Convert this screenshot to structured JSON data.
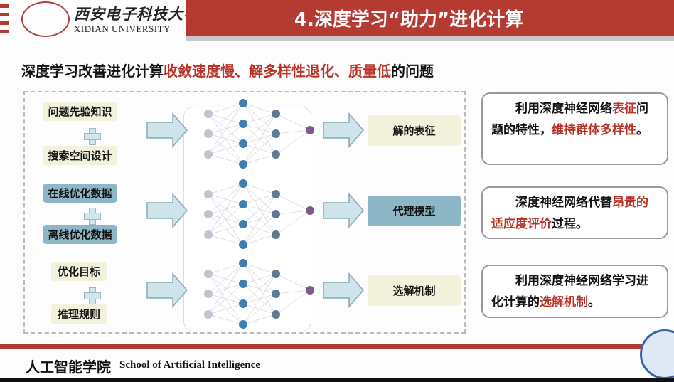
{
  "header": {
    "university_cn": "西安电子科技大学",
    "university_en": "XIDIAN UNIVERSITY",
    "title": "4.深度学习“助力”进化计算"
  },
  "subtitle": {
    "prefix": "深度学习改善进化计算",
    "highlight": "收敛速度慢、解多样性退化、质量低",
    "suffix": "的问题"
  },
  "inputs": [
    {
      "top": "问题先验知识",
      "bottom": "搜索空间设计",
      "style": "beige"
    },
    {
      "top": "在线优化数据",
      "bottom": "离线优化数据",
      "style": "teal"
    },
    {
      "top": "优化目标",
      "bottom": "推理规则",
      "style": "beige"
    }
  ],
  "outputs": [
    "解的表征",
    "代理模型",
    "选解机制"
  ],
  "descriptions": [
    {
      "a": "利用深度神经网络",
      "b": "表征",
      "c": "问题的特性，",
      "d": "维持群体多样性",
      "e": "。"
    },
    {
      "a": "深度神经网络代替",
      "b": "昂贵的适应度评价",
      "c": "过程。",
      "d": "",
      "e": ""
    },
    {
      "a": "利用深度神经网络学习进化计算的",
      "b": "选解机制",
      "c": "。",
      "d": "",
      "e": ""
    }
  ],
  "colors": {
    "brand_red": "#b43a32",
    "highlight": "#b83226",
    "teal": "#8db6c6",
    "beige": "#f2f1dc",
    "node_input": "#c4c2d0",
    "node_hidden1": "#3d7fb5",
    "node_hidden2": "#5e7a94",
    "node_output": "#7d5a8c"
  },
  "footer": {
    "school_cn": "人工智能学院",
    "school_en": "School of Artificial Intelligence"
  }
}
